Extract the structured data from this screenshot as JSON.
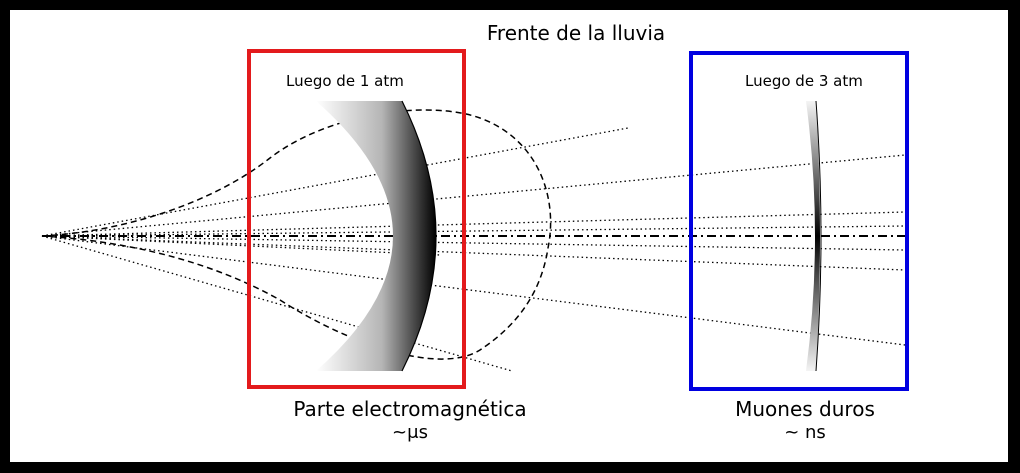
{
  "title": "Frente de la lluvia",
  "panels": {
    "em": {
      "label": "Luego de 1 atm",
      "caption": "Parte electromagnética",
      "time": "~μs",
      "frame_color": "#e31a1c"
    },
    "mu": {
      "label": "Luego de 3 atm",
      "caption": "Muones duros",
      "time": "~ ns",
      "frame_color": "#0000e0"
    }
  }
}
